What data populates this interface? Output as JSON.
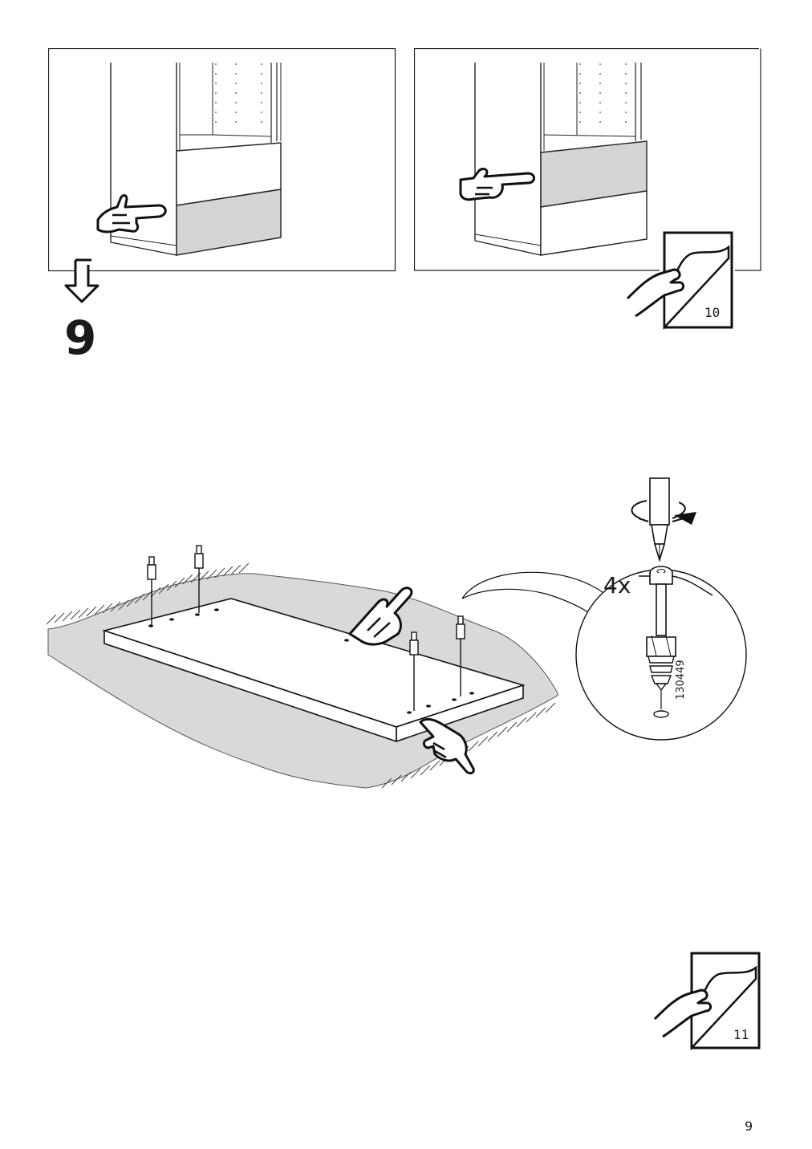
{
  "page": {
    "number": "9"
  },
  "steps": {
    "current_step": "9"
  },
  "panels": [
    {
      "id": "left",
      "icons": [
        "hand-pointing-icon",
        "arrow-down-icon"
      ]
    },
    {
      "id": "right",
      "icons": [
        "hand-pointing-icon",
        "turn-page-icon"
      ],
      "turn_page_label": "10"
    }
  ],
  "step9": {
    "quantity_label": "4x",
    "part_number": "130449",
    "icons": [
      "screwdriver-icon",
      "rotation-arrow-icon",
      "cam-lock-screw-icon",
      "hand-pointing-icon",
      "rug-icon"
    ]
  },
  "footer": {
    "turn_page_label": "11"
  }
}
